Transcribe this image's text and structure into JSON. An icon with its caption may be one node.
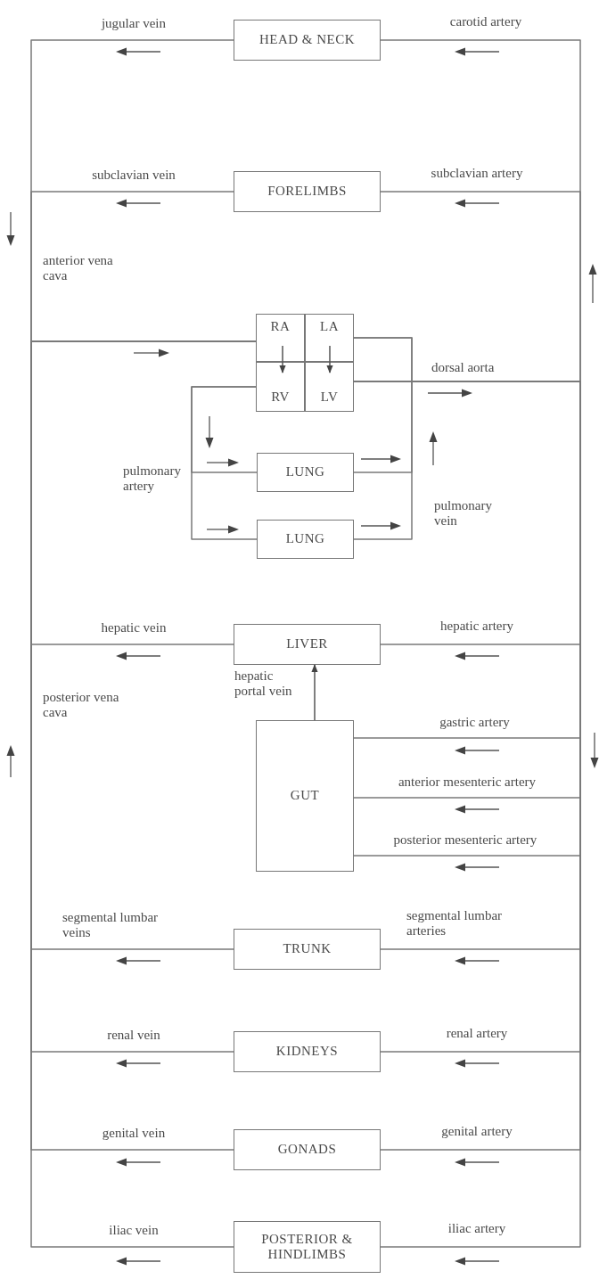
{
  "diagram": {
    "nodes": [
      {
        "text": [
          "HEAD & NECK"
        ]
      },
      {
        "text": [
          "FORELIMBS"
        ]
      },
      {
        "text": [
          "RA"
        ]
      },
      {
        "text": [
          "LA"
        ]
      },
      {
        "text": [
          "RV"
        ]
      },
      {
        "text": [
          "LV"
        ]
      },
      {
        "text": [
          "LUNG"
        ]
      },
      {
        "text": [
          "LUNG"
        ]
      },
      {
        "text": [
          "LIVER"
        ]
      },
      {
        "text": [
          "GUT"
        ]
      },
      {
        "text": [
          "TRUNK"
        ]
      },
      {
        "text": [
          "KIDNEYS"
        ]
      },
      {
        "text": [
          "GONADS"
        ]
      },
      {
        "text": [
          "POSTERIOR & HINDLIMBS"
        ]
      }
    ],
    "edges": [
      {
        "from": 0,
        "to": 2,
        "arrow": "none",
        "label": "jugular vein"
      },
      {
        "from": 5,
        "to": 0,
        "arrow": "none",
        "label": "carotid artery"
      },
      {
        "from": 1,
        "to": 2,
        "arrow": "none",
        "label": "subclavian vein"
      },
      {
        "from": 5,
        "to": 1,
        "arrow": "none",
        "label": "subclavian artery"
      },
      {
        "from": 2,
        "to": 4,
        "arrow": "to"
      },
      {
        "from": 3,
        "to": 5,
        "arrow": "to"
      },
      {
        "from": 4,
        "to": 6,
        "arrow": "none"
      },
      {
        "from": 4,
        "to": 7,
        "arrow": "none"
      },
      {
        "from": 6,
        "to": 3,
        "arrow": "none"
      },
      {
        "from": 7,
        "to": 3,
        "arrow": "none"
      },
      {
        "from": 8,
        "to": 2,
        "arrow": "none",
        "label": "hepatic vein"
      },
      {
        "from": 5,
        "to": 8,
        "arrow": "none",
        "label": "hepatic artery"
      },
      {
        "from": 9,
        "to": 8,
        "arrow": "to",
        "label": "hepatic portal vein"
      },
      {
        "from": 5,
        "to": 9,
        "arrow": "none",
        "label": "gastric artery"
      },
      {
        "from": 5,
        "to": 9,
        "arrow": "none",
        "label": "anterior mesenteric artery"
      },
      {
        "from": 5,
        "to": 9,
        "arrow": "none",
        "label": "posterior mesenteric artery"
      },
      {
        "from": 10,
        "to": 2,
        "arrow": "none",
        "label": "segmental lumbar veins"
      },
      {
        "from": 5,
        "to": 10,
        "arrow": "none",
        "label": "segmental lumbar arteries"
      },
      {
        "from": 11,
        "to": 2,
        "arrow": "none",
        "label": "renal vein"
      },
      {
        "from": 5,
        "to": 11,
        "arrow": "none",
        "label": "renal artery"
      },
      {
        "from": 12,
        "to": 2,
        "arrow": "none",
        "label": "genital vein"
      },
      {
        "from": 5,
        "to": 12,
        "arrow": "none",
        "label": "genital artery"
      },
      {
        "from": 13,
        "to": 2,
        "arrow": "none",
        "label": "iliac vein"
      },
      {
        "from": 5,
        "to": 13,
        "arrow": "none",
        "label": "iliac artery"
      }
    ],
    "labels": [
      "anterior vena cava",
      "dorsal aorta",
      "pulmonary artery",
      "pulmonary vein",
      "posterior vena cava"
    ]
  }
}
